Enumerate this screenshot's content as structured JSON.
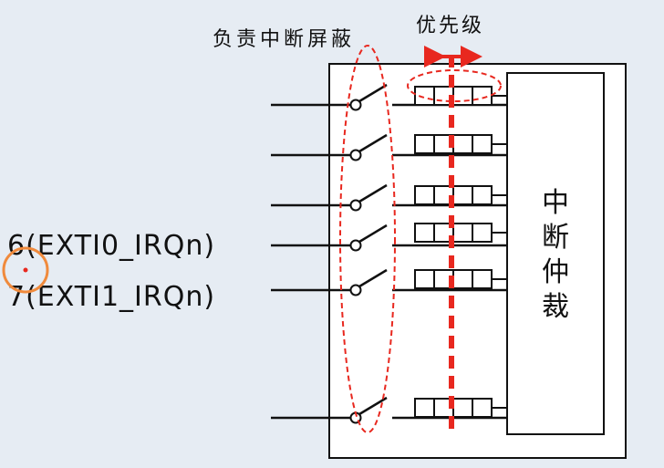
{
  "labels": {
    "mask_title": "负责中断屏蔽",
    "priority_title": "优先级",
    "arbiter": [
      "中",
      "断",
      "仲",
      "裁"
    ],
    "irq6": "6(EXTI0_IRQn)",
    "irq7": "7(EXTI1_IRQn)"
  },
  "colors": {
    "background": "#e6ecf3",
    "box_fill": "#ffffff",
    "line": "#111111",
    "accent_red": "#e8281f",
    "cursor_orange": "#f08a3c"
  }
}
